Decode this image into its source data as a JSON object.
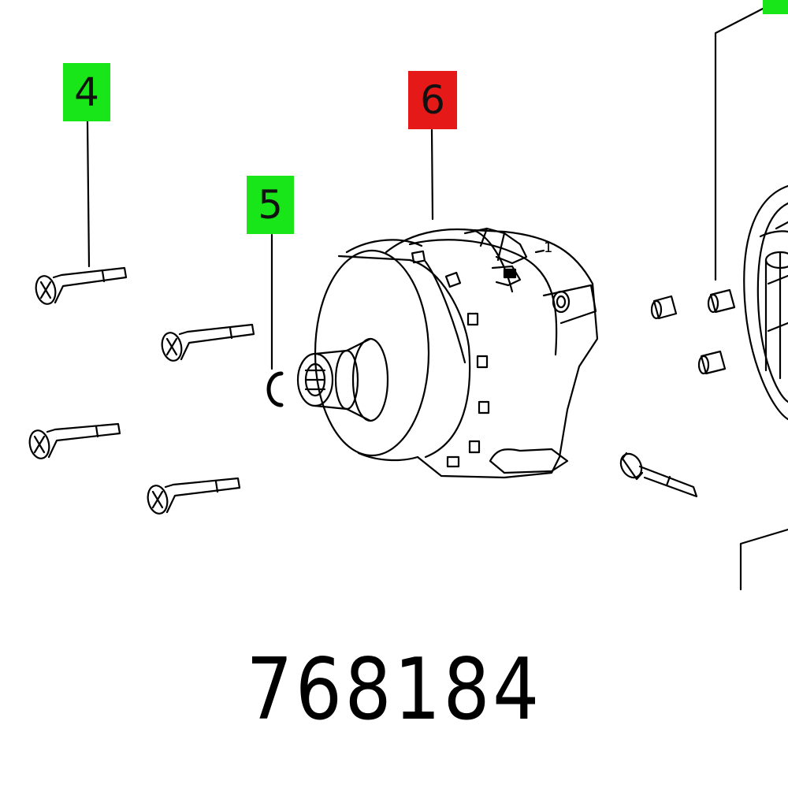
{
  "callouts": [
    {
      "id": "4",
      "label": "4",
      "status": "available",
      "color": "#19e619"
    },
    {
      "id": "5",
      "label": "5",
      "status": "available",
      "color": "#19e619"
    },
    {
      "id": "6",
      "label": "6",
      "status": "selected",
      "color": "#e61919"
    },
    {
      "id": "partial",
      "label": "",
      "status": "available",
      "color": "#19e619"
    }
  ],
  "part_number": "768184",
  "parts": {
    "screw_icon": "screw-icon",
    "retaining_ring_icon": "retaining-ring-icon",
    "gear_housing_icon": "gear-housing-icon",
    "pin_icon": "pin-icon",
    "motor_housing_icon": "motor-housing-icon"
  }
}
